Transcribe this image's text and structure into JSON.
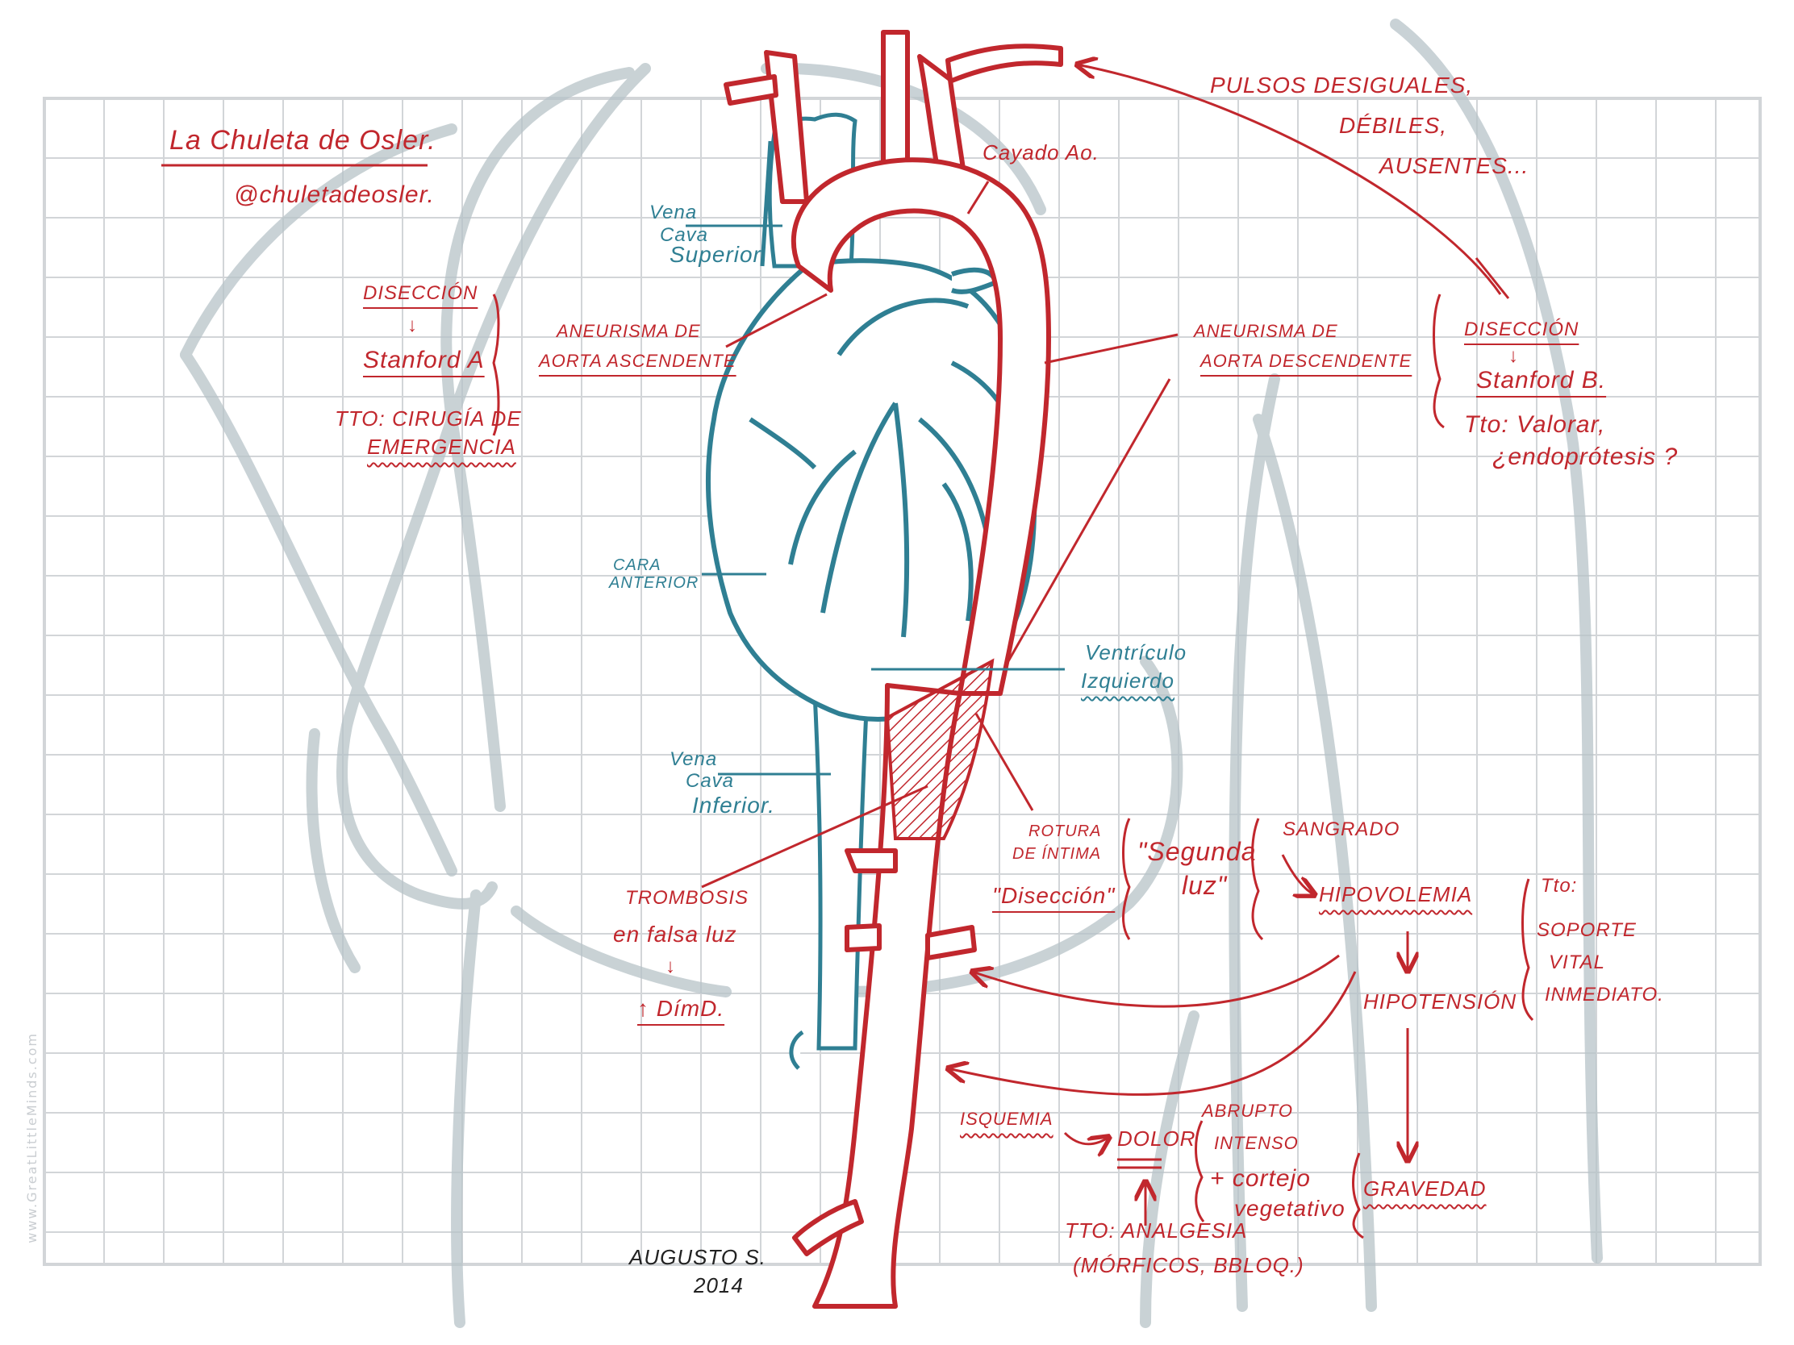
{
  "title": "La Chuleta de Osler.",
  "handle": "@chuletadeosler.",
  "signature": {
    "name": "Augusto S.",
    "year": "2014"
  },
  "watermark": "www.GreatLittleMinds.com",
  "colors": {
    "red": "#c1272d",
    "teal": "#2f7f93",
    "grid": "#d2d5d8",
    "silhouette": "#b7c3c8"
  },
  "anatomy_labels": {
    "vena_cava_superior": [
      "Vena",
      "Cava",
      "Superior"
    ],
    "cayado": "Cayado Ao.",
    "cara_anterior": [
      "Cara",
      "Anterior"
    ],
    "ventriculo_izquierdo": [
      "Ventrículo",
      "Izquierdo"
    ],
    "vena_cava_inferior": [
      "Vena",
      "Cava",
      "Inferior."
    ]
  },
  "left_block": {
    "diseccion": "Disección",
    "stanford": "Stanford A",
    "tto_line1": "Tto: Cirugía de",
    "tto_line2": "Emergencia"
  },
  "right_block": {
    "diseccion": "Disección",
    "stanford": "Stanford B.",
    "tto_line1": "Tto: Valorar,",
    "tto_line2": "¿endoprótesis ?"
  },
  "aneurisma_ascendente": [
    "Aneurisma de",
    "Aorta Ascendente"
  ],
  "aneurisma_descendente": [
    "Aneurisma de",
    "Aorta Descendente"
  ],
  "pulsos": [
    "Pulsos desiguales,",
    "débiles,",
    "ausentes..."
  ],
  "rotura": [
    "Rotura",
    "de íntima"
  ],
  "diseccion_quote": "\"Disección\"",
  "segunda_luz": [
    "\"Segunda",
    "luz\""
  ],
  "trombosis": [
    "Trombosis",
    "en falsa luz"
  ],
  "dimd": "↑ DímD.",
  "arrow_down": "↓",
  "sangrado": "Sangrado",
  "hipovolemia": "Hipovolemia",
  "hipotension": "Hipotensión",
  "gravedad": "Gravedad",
  "tto_soporte": [
    "Tto:",
    "Soporte",
    "Vital",
    "Inmediato."
  ],
  "isquemia": "Isquemia",
  "dolor": "Dolor",
  "dolor_desc": [
    "Abrupto",
    "Intenso",
    "+ cortejo",
    "vegetativo"
  ],
  "analgesia": [
    "Tto: Analgesia",
    "(Mórficos, BBloq.)"
  ]
}
